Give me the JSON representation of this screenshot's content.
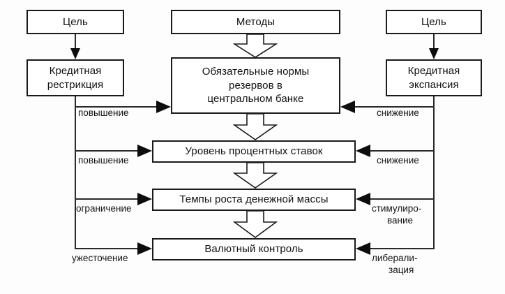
{
  "diagram": {
    "title_boxes": {
      "left_goal": "Цель",
      "methods": "Методы",
      "right_goal": "Цель"
    },
    "policy_boxes": {
      "left": "Кредитная рестрикция",
      "right": "Кредитная экспансия"
    },
    "instrument_boxes": [
      "Обязательные нормы резервов в центральном банке",
      "Уровень процентных ставок",
      "Темпы роста денежной массы",
      "Валютный контроль"
    ],
    "instrument_box_lines": {
      "reserves_line1": "Обязательные нормы",
      "reserves_line2": "резервов в",
      "reserves_line3": "центральном банке",
      "rates": "Уровень процентных ставок",
      "money_supply": "Темпы роста денежной массы",
      "currency_control": "Валютный контроль"
    },
    "policy_box_lines": {
      "left_line1": "Кредитная",
      "left_line2": "рестрикция",
      "right_line1": "Кредитная",
      "right_line2": "экспансия"
    },
    "left_labels": [
      "повышение",
      "повышение",
      "ограничение",
      "ужесточение"
    ],
    "right_labels": [
      "снижение",
      "снижение",
      "стимулиро-\nвание",
      "либерали-\nзация"
    ],
    "right_labels_lines": {
      "r3_line1": "стимулиро-",
      "r3_line2": "вание",
      "r4_line1": "либерали-",
      "r4_line2": "зация"
    },
    "colors": {
      "stroke": "#1a1a1a",
      "line": "#2a2a2a",
      "arrowhead": "#0d0d0d",
      "background": "#fdfdfd",
      "text": "#111111"
    }
  }
}
